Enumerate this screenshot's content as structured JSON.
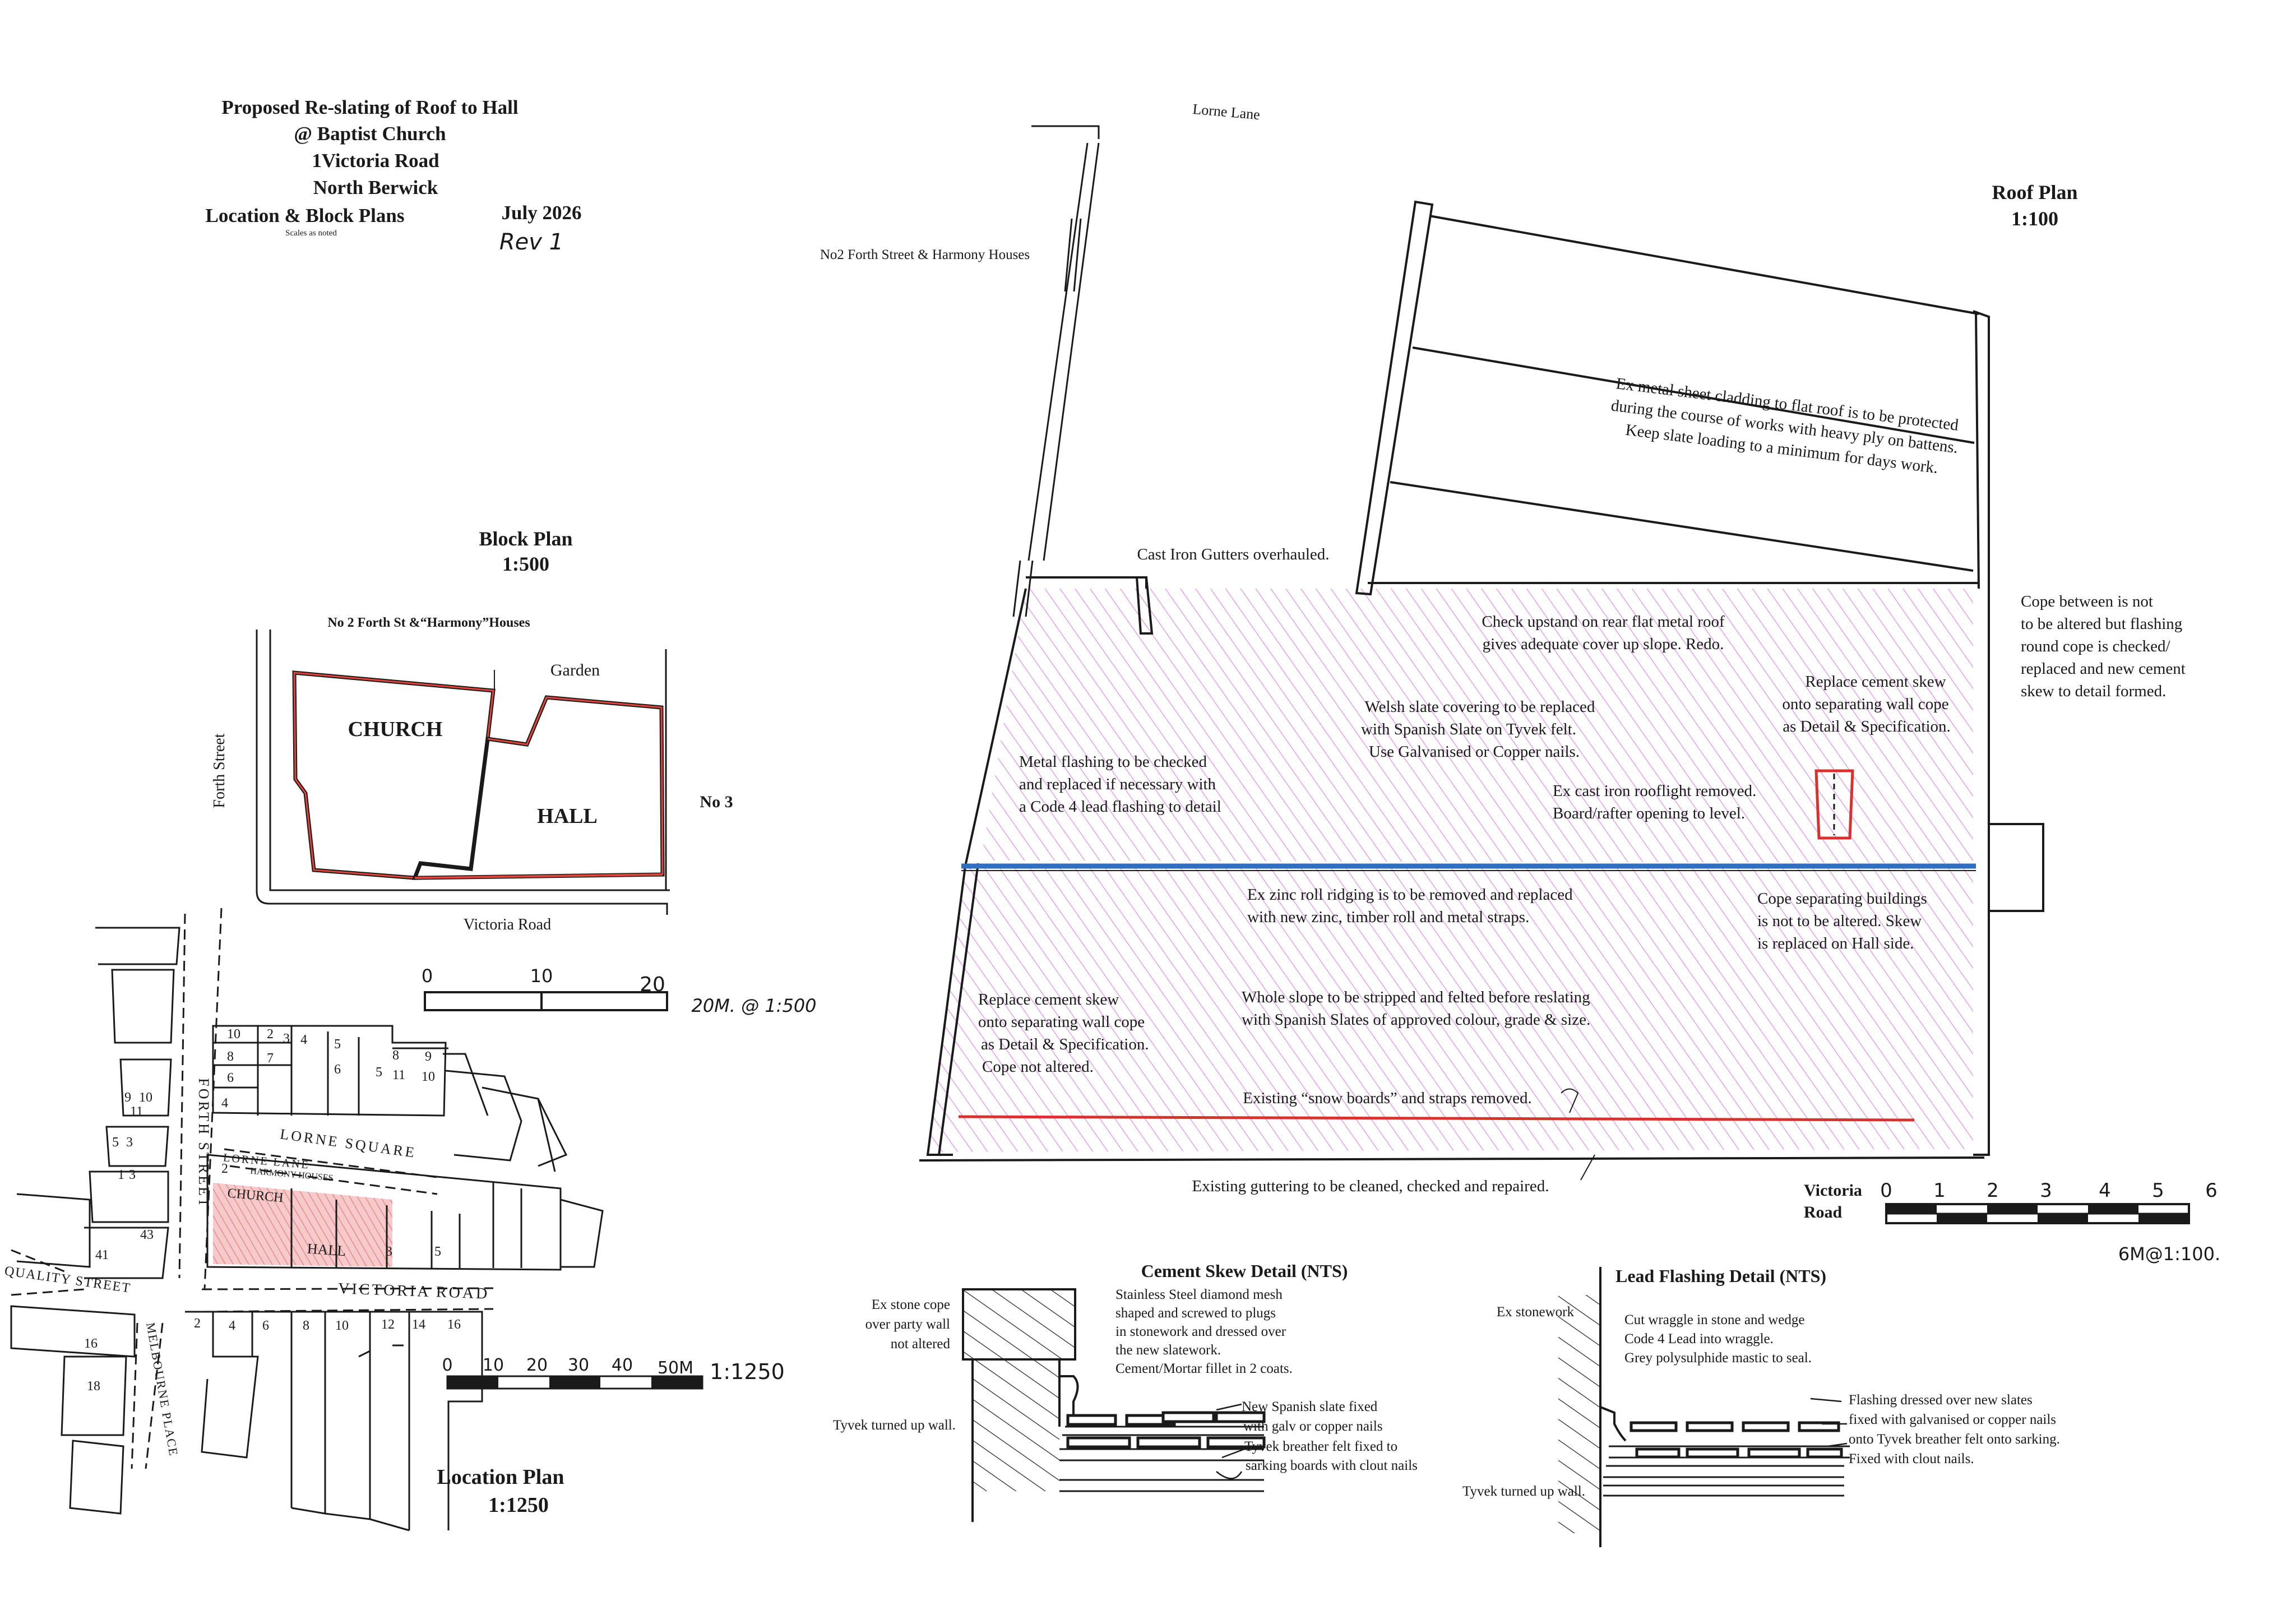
{
  "title_block": {
    "line1": "Proposed Re-slating of Roof to Hall",
    "line2": "@  Baptist Church",
    "line3": "1Victoria Road",
    "line4": "North Berwick",
    "line5": "Location & Block Plans",
    "scales_note": "Scales as noted",
    "date": "July 2026",
    "revision": "Rev 1"
  },
  "block_plan": {
    "title": "Block Plan",
    "scale": "1:500",
    "neighbour_top": "No 2 Forth St &“Harmony”Houses",
    "garden": "Garden",
    "church": "CHURCH",
    "hall": "HALL",
    "forth_street": "Forth Street",
    "no3": "No 3",
    "victoria_road": "Victoria Road",
    "scalebar_ticks": [
      "0",
      "10",
      "20"
    ],
    "scalebar_note": "20M. @ 1:500"
  },
  "location_plan": {
    "title": "Location Plan",
    "scale": "1:1250",
    "scalebar_ticks": [
      "0",
      "10",
      "20",
      "30",
      "40",
      "50M"
    ],
    "scalebar_scale": "1:1250",
    "labels": {
      "forth_street": "FORTH STREET",
      "lorne_square": "LORNE SQUARE",
      "lorne_lane": "LORNE LANE",
      "harmony": "HARMONY HOUSES",
      "church": "CHURCH",
      "hall": "HALL",
      "victoria_road": "VICTORIA ROAD",
      "quality_street": "QUALITY STREET",
      "melbourne_place": "MELBOURNE PLACE"
    },
    "house_numbers": [
      "10",
      "2",
      "3",
      "4",
      "5",
      "8",
      "9",
      "8",
      "7",
      "6",
      "5",
      "11",
      "10",
      "6",
      "4",
      "9",
      "10",
      "11",
      "5",
      "3",
      "1",
      "3",
      "2",
      "41",
      "43",
      "3",
      "5",
      "2",
      "4",
      "6",
      "8",
      "10",
      "12",
      "14",
      "16",
      "18",
      "16"
    ]
  },
  "roof_plan": {
    "title": "Roof Plan",
    "scale": "1:100",
    "lorne_lane": "Lorne Lane",
    "neighbour": "No2 Forth Street & Harmony Houses",
    "note_flat_roof": [
      "Ex metal sheet cladding to flat roof is to be protected",
      "during the course of works with heavy ply on battens.",
      "Keep slate loading to a minimum for days work."
    ],
    "note_gutters": "Cast Iron Gutters overhauled.",
    "note_upstand": [
      "Check upstand on rear flat metal roof",
      "gives adequate cover up slope. Redo."
    ],
    "note_cope_between": [
      "Cope between is not",
      "to be altered but flashing",
      "round cope is checked/",
      "replaced and new cement",
      "skew to detail formed."
    ],
    "note_skew_right": [
      "Replace cement skew",
      "onto separating wall cope",
      "as Detail & Specification."
    ],
    "note_welsh": [
      "Welsh slate covering to be replaced",
      "with Spanish Slate on Tyvek felt.",
      "Use Galvanised or Copper nails."
    ],
    "note_metal_flashing": [
      "Metal flashing to be checked",
      "and replaced if necessary with",
      "a Code 4 lead flashing to detail"
    ],
    "note_rooflight": [
      "Ex cast iron rooflight removed.",
      "Board/rafter opening to level."
    ],
    "note_ridging": [
      "Ex zinc roll ridging is to be removed and replaced",
      "with new zinc, timber roll and metal straps."
    ],
    "note_cope_separating": [
      "Cope separating buildings",
      "is not to be altered. Skew",
      "is replaced on Hall side."
    ],
    "note_skew_left": [
      "Replace cement skew",
      "onto separating wall cope",
      "as Detail & Specification.",
      "Cope not altered."
    ],
    "note_whole_slope": [
      "Whole slope to be stripped and felted before reslating",
      "with Spanish Slates of approved colour, grade & size."
    ],
    "note_snow_boards": "Existing “snow boards” and straps removed.",
    "note_guttering": "Existing guttering to be cleaned, checked and repaired.",
    "victoria_road": [
      "Victoria",
      "Road"
    ],
    "scalebar_ticks": [
      "0",
      "1",
      "2",
      "3",
      "4",
      "5",
      "6"
    ],
    "scalebar_note": "6M@1:100."
  },
  "cement_skew_detail": {
    "title": "Cement Skew Detail (NTS)",
    "stone_cope": [
      "Ex stone cope",
      "over party wall",
      "not altered"
    ],
    "mesh": [
      "Stainless Steel diamond mesh",
      "shaped and screwed to plugs",
      "in stonework and dressed over",
      "the new slatework.",
      "Cement/Mortar fillet in 2 coats."
    ],
    "tyvek_wall": "Tyvek turned up wall.",
    "slate": [
      "New Spanish slate fixed",
      "with galv or copper  nails"
    ],
    "felt": [
      "Tyvek breather felt fixed to",
      "sarking boards with clout nails"
    ]
  },
  "lead_flashing_detail": {
    "title": "Lead Flashing Detail (NTS)",
    "stonework": "Ex stonework",
    "wraggle": [
      "Cut wraggle in stone and wedge",
      "Code 4 Lead into wraggle.",
      "Grey polysulphide mastic to seal."
    ],
    "flashing": [
      "Flashing dressed over new slates",
      "fixed with galvanised or copper nails",
      "onto Tyvek breather felt onto sarking.",
      "Fixed with clout nails."
    ],
    "tyvek_wall": "Tyvek turned up wall."
  },
  "colors": {
    "ink": "#1a1a1a",
    "red_line": "#d8322f",
    "blue_line": "#2f6fc2",
    "pink_hatch": "#e6a6ea",
    "church_fill": "#f2b6b6"
  }
}
